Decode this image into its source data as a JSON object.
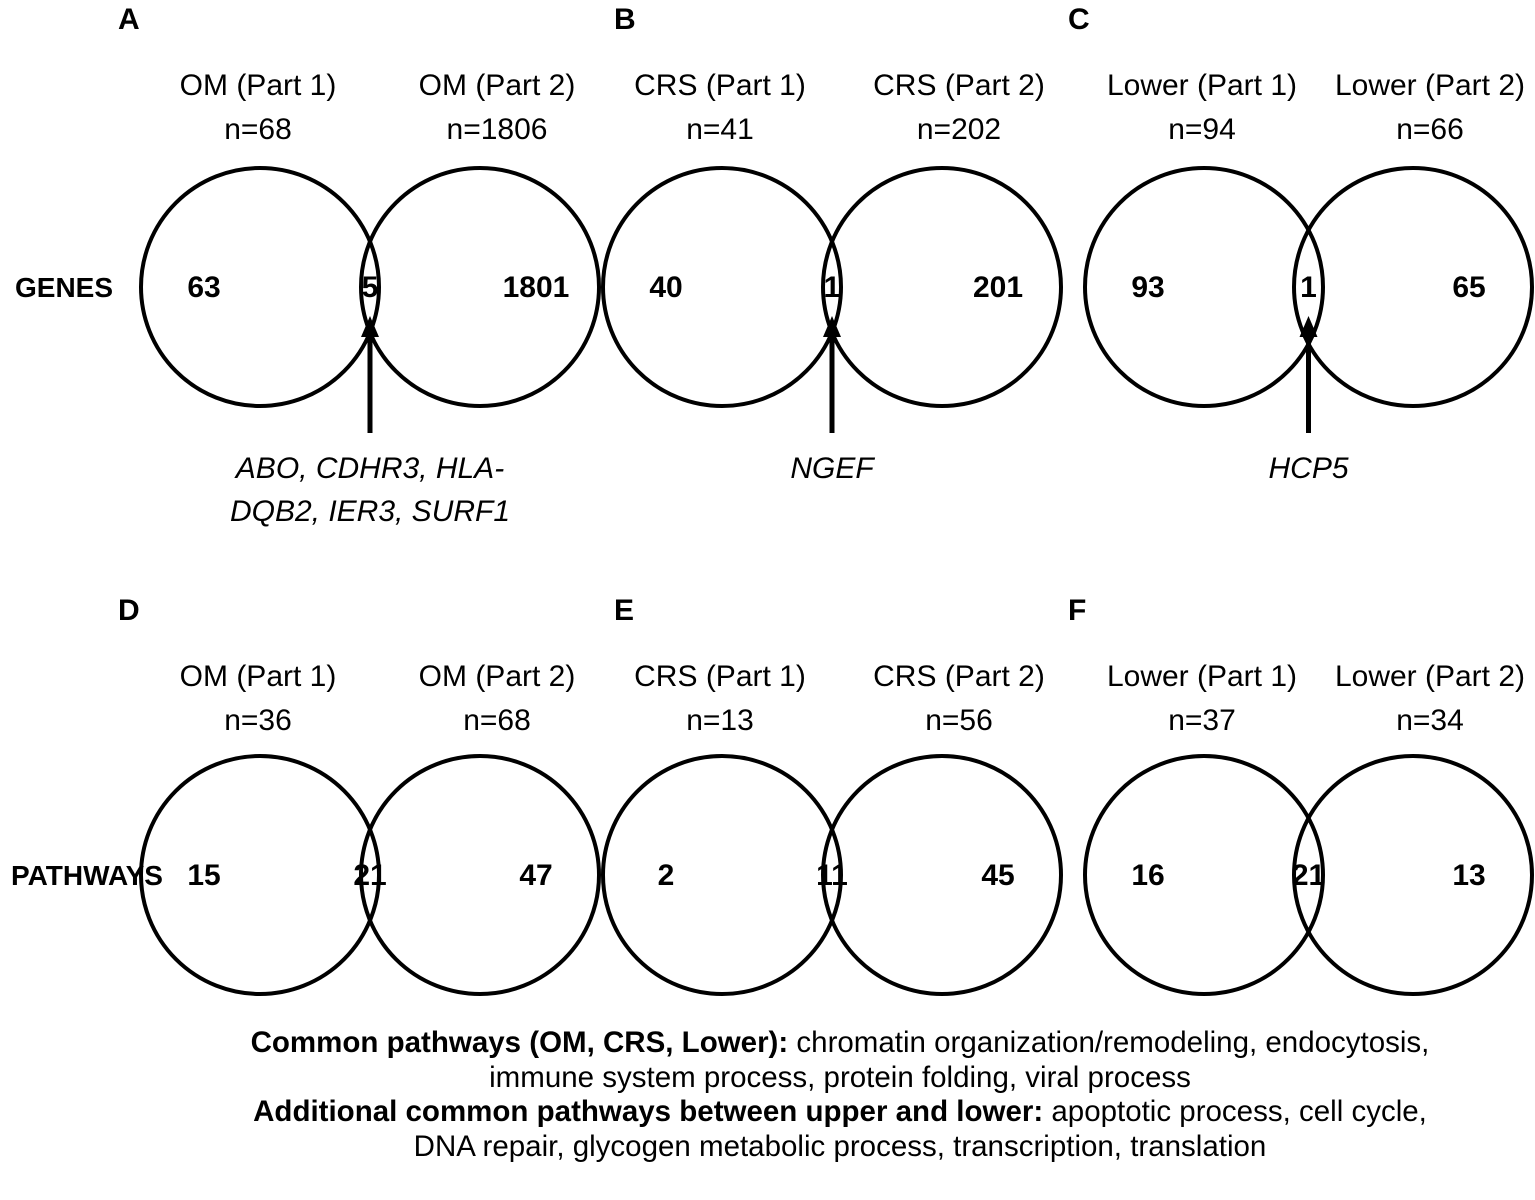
{
  "rows": [
    {
      "label": "GENES",
      "panels": [
        {
          "letter": "A",
          "left_name": "OM (Part 1)",
          "left_n": "n=68",
          "right_name": "OM (Part 2)",
          "right_n": "n=1806",
          "left_only": "63",
          "overlap": "5",
          "right_only": "1801",
          "genes": [
            "ABO, CDHR3, HLA-",
            "DQB2, IER3, SURF1"
          ]
        },
        {
          "letter": "B",
          "left_name": "CRS (Part 1)",
          "left_n": "n=41",
          "right_name": "CRS (Part 2)",
          "right_n": "n=202",
          "left_only": "40",
          "overlap": "1",
          "right_only": "201",
          "genes": [
            "NGEF"
          ]
        },
        {
          "letter": "C",
          "left_name": "Lower (Part 1)",
          "left_n": "n=94",
          "right_name": "Lower (Part 2)",
          "right_n": "n=66",
          "left_only": "93",
          "overlap": "1",
          "right_only": "65",
          "genes": [
            "HCP5"
          ]
        }
      ]
    },
    {
      "label": "PATHWAYS",
      "panels": [
        {
          "letter": "D",
          "left_name": "OM (Part 1)",
          "left_n": "n=36",
          "right_name": "OM (Part 2)",
          "right_n": "n=68",
          "left_only": "15",
          "overlap": "21",
          "right_only": "47",
          "genes": []
        },
        {
          "letter": "E",
          "left_name": "CRS (Part 1)",
          "left_n": "n=13",
          "right_name": "CRS (Part 2)",
          "right_n": "n=56",
          "left_only": "2",
          "overlap": "11",
          "right_only": "45",
          "genes": []
        },
        {
          "letter": "F",
          "left_name": "Lower (Part 1)",
          "left_n": "n=37",
          "right_name": "Lower (Part 2)",
          "right_n": "n=34",
          "left_only": "16",
          "overlap": "21",
          "right_only": "13",
          "genes": []
        }
      ]
    }
  ],
  "footer": {
    "common_heading": "Common pathways (OM, CRS, Lower):",
    "common_line1": "chromatin organization/remodeling, endocytosis,",
    "common_line2": "immune system process, protein folding, viral process",
    "additional_heading": "Additional common pathways between upper and lower:",
    "additional_line1": "apoptotic process, cell cycle,",
    "additional_line2": "DNA repair, glycogen metabolic process, transcription, translation"
  }
}
